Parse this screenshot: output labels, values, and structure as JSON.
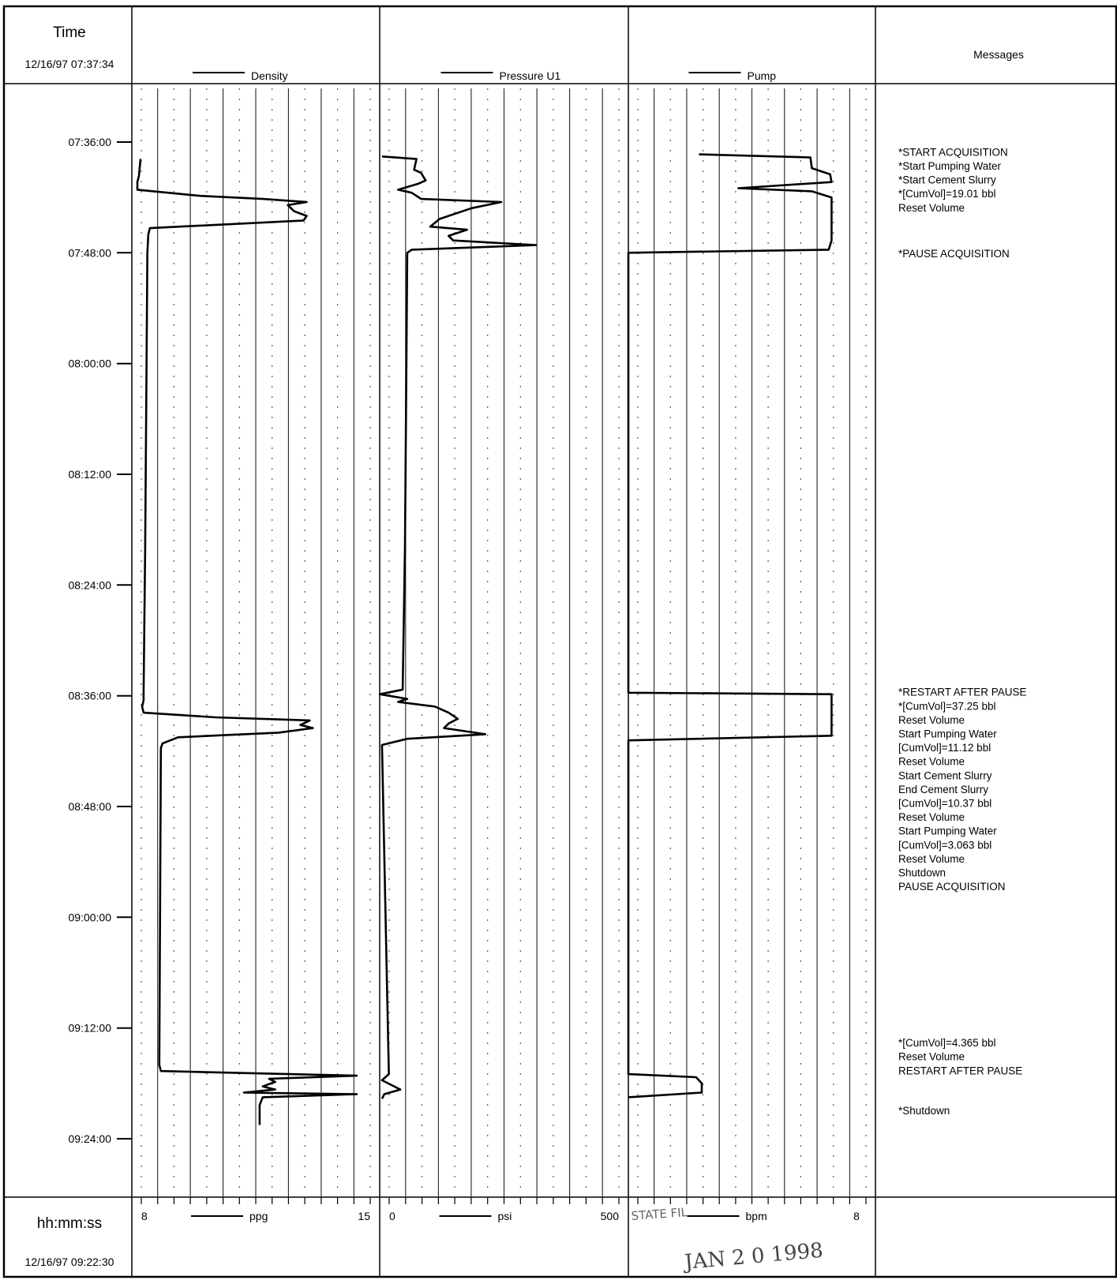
{
  "header": {
    "time_title": "Time",
    "start_timestamp": "12/16/97 07:37:34",
    "messages_title": "Messages"
  },
  "footer": {
    "time_format": "hh:mm:ss",
    "end_timestamp": "12/16/97 09:22:30"
  },
  "stamp": {
    "date": "JAN 2 0 1998",
    "faint_text": "STATE FIL"
  },
  "colors": {
    "line": "#000000",
    "background": "#ffffff",
    "grid": "#000000"
  },
  "chart_data": [
    {
      "type": "line",
      "series": [
        {
          "name": "Density"
        }
      ],
      "unit": "ppg",
      "xlim": [
        8,
        15
      ],
      "scale_labels": [
        "8",
        "15"
      ],
      "points": [
        [
          "07:37:50",
          8.1
        ],
        [
          "07:39:40",
          8.05
        ],
        [
          "07:40:20",
          8.0
        ],
        [
          "07:40:50",
          8.0
        ],
        [
          "07:41:10",
          8.0
        ],
        [
          "07:41:50",
          10.0
        ],
        [
          "07:42:10",
          12.0
        ],
        [
          "07:42:30",
          13.4
        ],
        [
          "07:42:50",
          12.8
        ],
        [
          "07:43:30",
          13.0
        ],
        [
          "07:44:00",
          13.4
        ],
        [
          "07:44:30",
          13.3
        ],
        [
          "07:45:20",
          8.4
        ],
        [
          "07:46:00",
          8.35
        ],
        [
          "07:48:00",
          8.32
        ],
        [
          "08:20:00",
          8.25
        ],
        [
          "08:35:40",
          8.2
        ],
        [
          "08:36:30",
          8.2
        ],
        [
          "08:37:10",
          8.15
        ],
        [
          "08:37:50",
          8.2
        ],
        [
          "08:38:20",
          10.5
        ],
        [
          "08:38:40",
          13.5
        ],
        [
          "08:39:10",
          13.2
        ],
        [
          "08:39:30",
          13.6
        ],
        [
          "08:40:00",
          12.5
        ],
        [
          "08:40:30",
          9.3
        ],
        [
          "08:41:10",
          8.8
        ],
        [
          "08:41:40",
          8.75
        ],
        [
          "09:16:00",
          8.7
        ],
        [
          "09:16:40",
          8.75
        ],
        [
          "09:17:10",
          15.0
        ],
        [
          "09:17:30",
          12.2
        ],
        [
          "09:17:50",
          12.4
        ],
        [
          "09:18:20",
          12.0
        ],
        [
          "09:18:40",
          12.4
        ],
        [
          "09:19:00",
          11.4
        ],
        [
          "09:19:10",
          15.0
        ],
        [
          "09:19:30",
          12.0
        ],
        [
          "09:20:20",
          11.9
        ],
        [
          "09:21:30",
          11.9
        ],
        [
          "09:22:30",
          11.9
        ]
      ]
    },
    {
      "type": "line",
      "series": [
        {
          "name": "Pressure U1"
        }
      ],
      "unit": "psi",
      "xlim": [
        0,
        500
      ],
      "scale_labels": [
        "0",
        "500"
      ],
      "points": [
        [
          "07:37:34",
          5
        ],
        [
          "07:37:50",
          80
        ],
        [
          "07:39:00",
          75
        ],
        [
          "07:39:20",
          90
        ],
        [
          "07:40:10",
          100
        ],
        [
          "07:40:30",
          85
        ],
        [
          "07:41:10",
          40
        ],
        [
          "07:41:30",
          70
        ],
        [
          "07:42:10",
          90
        ],
        [
          "07:42:30",
          265
        ],
        [
          "07:43:10",
          200
        ],
        [
          "07:44:20",
          130
        ],
        [
          "07:45:10",
          110
        ],
        [
          "07:45:30",
          190
        ],
        [
          "07:46:10",
          150
        ],
        [
          "07:46:40",
          160
        ],
        [
          "07:47:10",
          340
        ],
        [
          "07:47:40",
          70
        ],
        [
          "07:48:00",
          60
        ],
        [
          "08:20:00",
          55
        ],
        [
          "08:35:20",
          50
        ],
        [
          "08:35:50",
          0
        ],
        [
          "08:36:20",
          60
        ],
        [
          "08:36:40",
          40
        ],
        [
          "08:37:10",
          120
        ],
        [
          "08:37:50",
          150
        ],
        [
          "08:38:30",
          170
        ],
        [
          "08:39:00",
          150
        ],
        [
          "08:39:30",
          140
        ],
        [
          "08:40:10",
          230
        ],
        [
          "08:40:40",
          60
        ],
        [
          "08:41:20",
          5
        ],
        [
          "09:17:00",
          20
        ],
        [
          "09:17:40",
          5
        ],
        [
          "09:18:40",
          45
        ],
        [
          "09:19:10",
          10
        ],
        [
          "09:19:40",
          5
        ]
      ]
    },
    {
      "type": "line",
      "series": [
        {
          "name": "Pump"
        }
      ],
      "unit": "bpm",
      "xlim": [
        0,
        8
      ],
      "scale_labels": [
        "8"
      ],
      "points": [
        [
          "07:37:20",
          2.5
        ],
        [
          "07:37:40",
          6.45
        ],
        [
          "07:38:50",
          6.5
        ],
        [
          "07:39:30",
          7.15
        ],
        [
          "07:40:20",
          7.2
        ],
        [
          "07:41:00",
          3.9
        ],
        [
          "07:41:20",
          6.5
        ],
        [
          "07:42:00",
          7.2
        ],
        [
          "07:46:40",
          7.2
        ],
        [
          "07:47:40",
          7.1
        ],
        [
          "07:48:00",
          0.0
        ],
        [
          "08:35:40",
          0.0
        ],
        [
          "08:35:50",
          7.2
        ],
        [
          "08:36:10",
          7.2
        ],
        [
          "08:40:20",
          7.2
        ],
        [
          "08:40:50",
          0.0
        ],
        [
          "09:17:00",
          0.0
        ],
        [
          "09:17:20",
          2.4
        ],
        [
          "09:18:00",
          2.6
        ],
        [
          "09:19:00",
          2.6
        ],
        [
          "09:19:30",
          0.0
        ]
      ]
    }
  ],
  "time_axis": {
    "ticks": [
      "07:36:00",
      "07:48:00",
      "08:00:00",
      "08:12:00",
      "08:24:00",
      "08:36:00",
      "08:48:00",
      "09:00:00",
      "09:12:00",
      "09:24:00"
    ]
  },
  "messages": [
    {
      "time": "07:37:30",
      "lines": [
        "*START ACQUISITION",
        "*Start Pumping Water"
      ]
    },
    {
      "time": "07:40:30",
      "lines": [
        "*Start Cement Slurry",
        "*[CumVol]=19.01 bbl",
        "Reset Volume"
      ]
    },
    {
      "time": "07:48:30",
      "lines": [
        "*PAUSE ACQUISITION"
      ]
    },
    {
      "time": "08:36:00",
      "lines": [
        "*RESTART AFTER PAUSE",
        "*[CumVol]=37.25 bbl",
        "Reset Volume",
        "Start Pumping Water",
        "[CumVol]=11.12 bbl",
        "Reset Volume",
        "Start Cement Slurry",
        "End Cement Slurry",
        "[CumVol]=10.37 bbl",
        "Reset Volume",
        "Start Pumping Water",
        "[CumVol]=3.063 bbl",
        "Reset Volume",
        "Shutdown",
        "PAUSE ACQUISITION"
      ]
    },
    {
      "time": "09:14:00",
      "lines": [
        "*[CumVol]=4.365 bbl",
        "Reset Volume",
        "RESTART AFTER PAUSE"
      ]
    },
    {
      "time": "09:21:20",
      "lines": [
        "*Shutdown"
      ]
    }
  ]
}
